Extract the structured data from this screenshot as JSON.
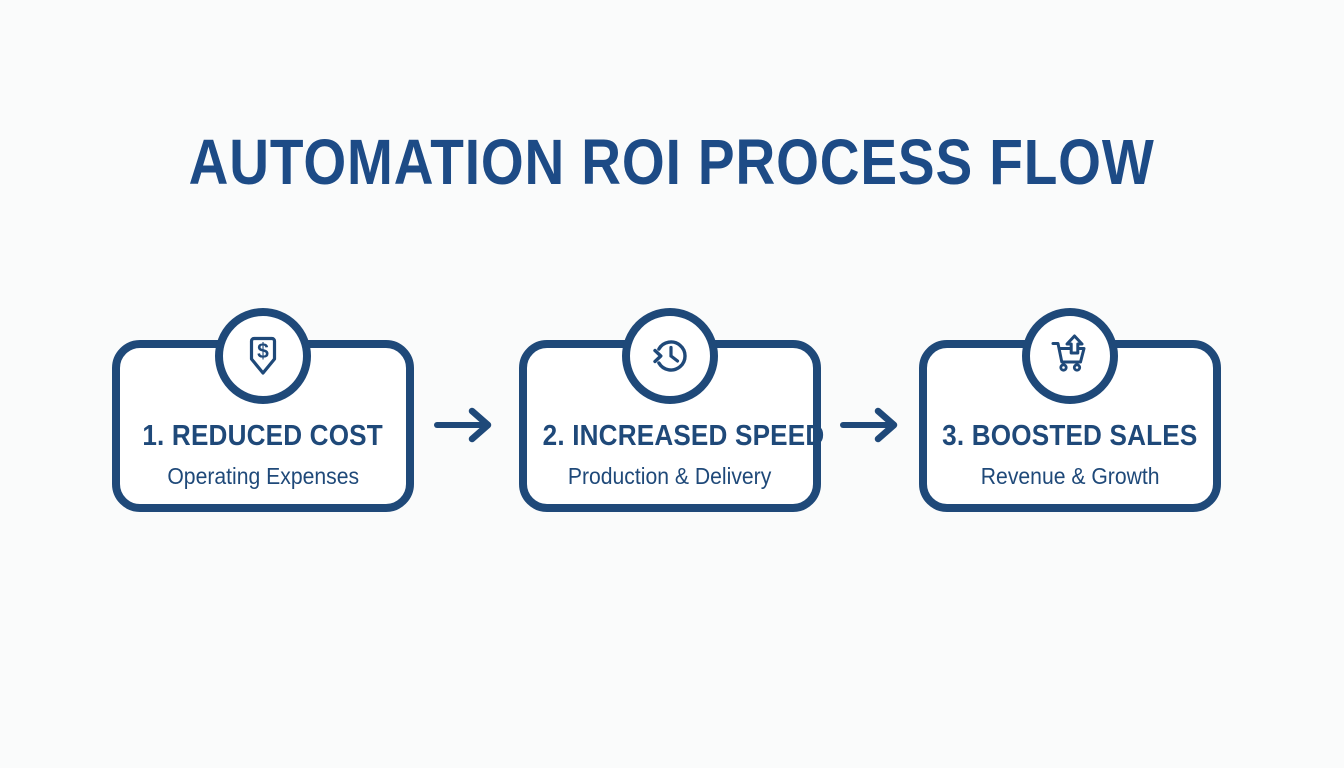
{
  "title": {
    "text": "AUTOMATION ROI PROCESS FLOW"
  },
  "colors": {
    "navy": "#1F4979",
    "title": "#1D4B86",
    "bg": "#FAFBFB",
    "box": "#FFFFFF"
  },
  "steps": [
    {
      "title": "1. REDUCED COST",
      "subtitle": "Operating Expenses",
      "icon": "dollar-shield-icon",
      "icon_glyph": "$"
    },
    {
      "title": "2. INCREASED SPEED",
      "subtitle": "Production & Delivery",
      "icon": "clock-speed-icon"
    },
    {
      "title": "3. BOOSTED SALES",
      "subtitle": "Revenue & Growth",
      "icon": "cart-up-arrow-icon"
    }
  ],
  "connectors": [
    {
      "type": "arrow-right"
    },
    {
      "type": "arrow-right"
    }
  ]
}
